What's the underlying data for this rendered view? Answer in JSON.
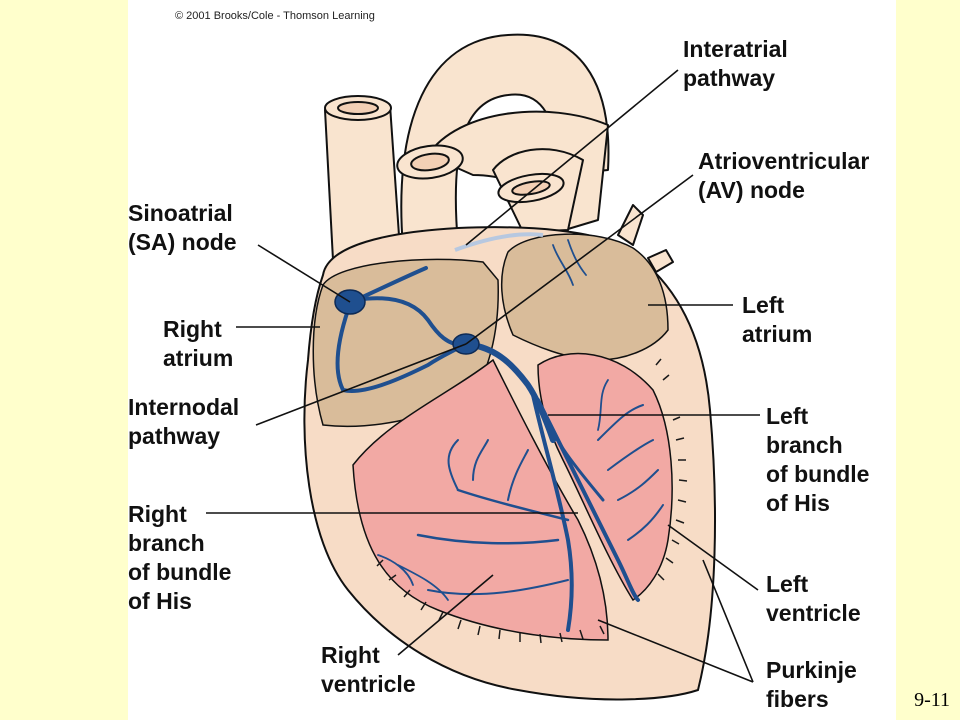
{
  "figure": {
    "copyright": "© 2001 Brooks/Cole - Thomson Learning",
    "labels": {
      "interatrial": [
        "Interatrial",
        "pathway"
      ],
      "av_node": [
        "Atrioventricular",
        "(AV) node"
      ],
      "sa_node": [
        "Sinoatrial",
        "(SA) node"
      ],
      "right_atrium": [
        "Right",
        "atrium"
      ],
      "left_atrium": [
        "Left",
        "atrium"
      ],
      "internodal": [
        "Internodal",
        "pathway"
      ],
      "left_branch": [
        "Left",
        "branch",
        "of bundle",
        "of His"
      ],
      "right_branch": [
        "Right",
        "branch",
        "of bundle",
        "of His"
      ],
      "left_ventricle": [
        "Left",
        "ventricle"
      ],
      "right_ventricle": [
        "Right",
        "ventricle"
      ],
      "purkinje": [
        "Purkinje",
        "fibers"
      ]
    }
  },
  "slide_number": "9-11",
  "colors": {
    "background": "#ffffcc",
    "heart_wall": "#f7dcc6",
    "atria": "#d9bc9a",
    "ventricle_chamber": "#f2a9a4",
    "conduction": "#1f4f8f",
    "vessels": "#f9e4cf"
  }
}
